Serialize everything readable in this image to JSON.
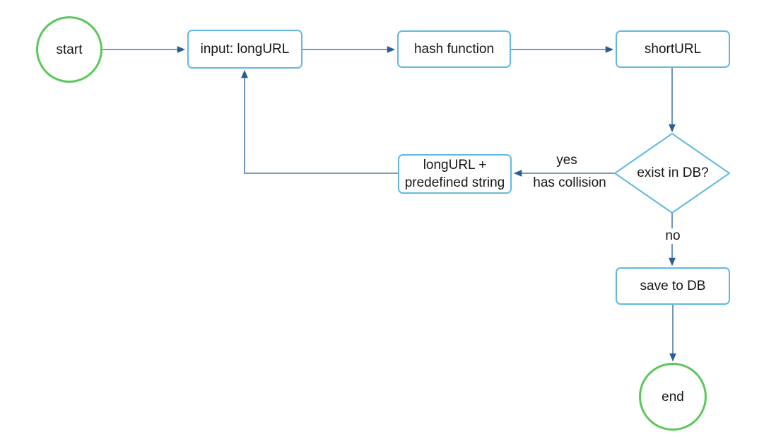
{
  "theme": {
    "bg": "#ffffff",
    "node_border": "#62b9de",
    "terminal_border": "#5bc75a",
    "arrow_line": "#4a7ab0",
    "arrow_head": "#2d5c94",
    "text_color": "#161616"
  },
  "nodes": {
    "start": {
      "label": "start"
    },
    "input_longurl": {
      "label": "input: longURL"
    },
    "hash_function": {
      "label": "hash function"
    },
    "shorturl": {
      "label": "shortURL"
    },
    "exist_in_db": {
      "label": "exist in DB?"
    },
    "append_string": {
      "line1": "longURL +",
      "line2": "predefined string"
    },
    "save_to_db": {
      "label": "save to DB"
    },
    "end": {
      "label": "end"
    }
  },
  "edge_labels": {
    "yes": "yes",
    "has_collision": "has collision",
    "no": "no"
  }
}
